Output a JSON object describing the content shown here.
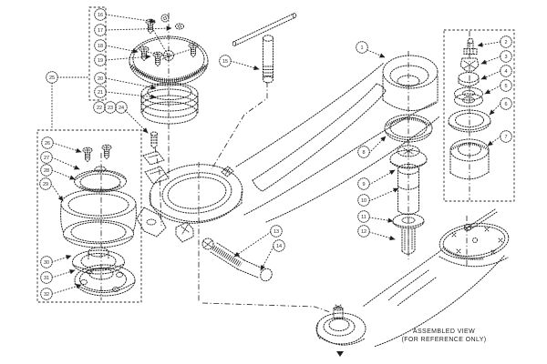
{
  "diagram": {
    "background": "#ffffff",
    "line_color": "#1f1f1f",
    "assembled_view": {
      "line1": "ASSEMBLED VIEW",
      "line2": "(FOR REFERENCE ONLY)"
    },
    "callouts": {
      "c01": "1",
      "c02": "2",
      "c03": "3",
      "c04": "4",
      "c05": "5",
      "c06": "6",
      "c07": "7",
      "c08": "8",
      "c09": "9",
      "c10": "10",
      "c11": "11",
      "c12": "12",
      "c13": "13",
      "c14": "14",
      "c15": "15",
      "c16": "16",
      "c17": "17",
      "c18": "18",
      "c19": "19",
      "c20": "20",
      "c21": "21",
      "c22": "22",
      "c23": "23",
      "c24": "24",
      "c25": "25",
      "c26": "26",
      "c27": "27",
      "c28": "28",
      "c29": "29",
      "c30": "30",
      "c31": "31",
      "c32": "32"
    }
  }
}
